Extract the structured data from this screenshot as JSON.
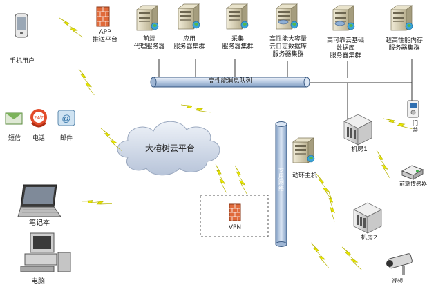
{
  "mobile_user": "手机用户",
  "app_push": [
    "APP",
    "推送平台"
  ],
  "servers": [
    {
      "line1": "前端",
      "line2": "代理服务器",
      "line3": ""
    },
    {
      "line1": "应用",
      "line2": "服务器集群",
      "line3": ""
    },
    {
      "line1": "采集",
      "line2": "服务器集群",
      "line3": ""
    },
    {
      "line1": "高性能大容量",
      "line2": "云日志数据库",
      "line3": "服务器集群"
    },
    {
      "line1": "高可靠云基础",
      "line2": "数据库",
      "line3": "服务器集群"
    },
    {
      "line1": "超高性能内存",
      "line2": "服务器集群",
      "line3": ""
    }
  ],
  "message_queue": "高性能消息队列",
  "cloud_platform": "大榕树云平台",
  "contact_channels": [
    "短信",
    "电话",
    "邮件"
  ],
  "phone_badge": "24/7",
  "laptop": "笔记本",
  "desktop": "电脑",
  "vpn": "VPN",
  "vertical_bus": "专用网络",
  "monitor_host": "动环主机",
  "room1": "机房1",
  "room2": "机房2",
  "access_control": [
    "门",
    "禁"
  ],
  "sensor": "前端传感器",
  "camera": "视频",
  "colors": {
    "pipe_fill": "#c9d8ea",
    "pipe_stroke": "#3b5b84",
    "lightning": "#e7e600",
    "lightning_stroke": "#b9b600",
    "cloud": "#cfd8e8",
    "server": "#d9d2b8",
    "firewall": "#e06a3a"
  }
}
